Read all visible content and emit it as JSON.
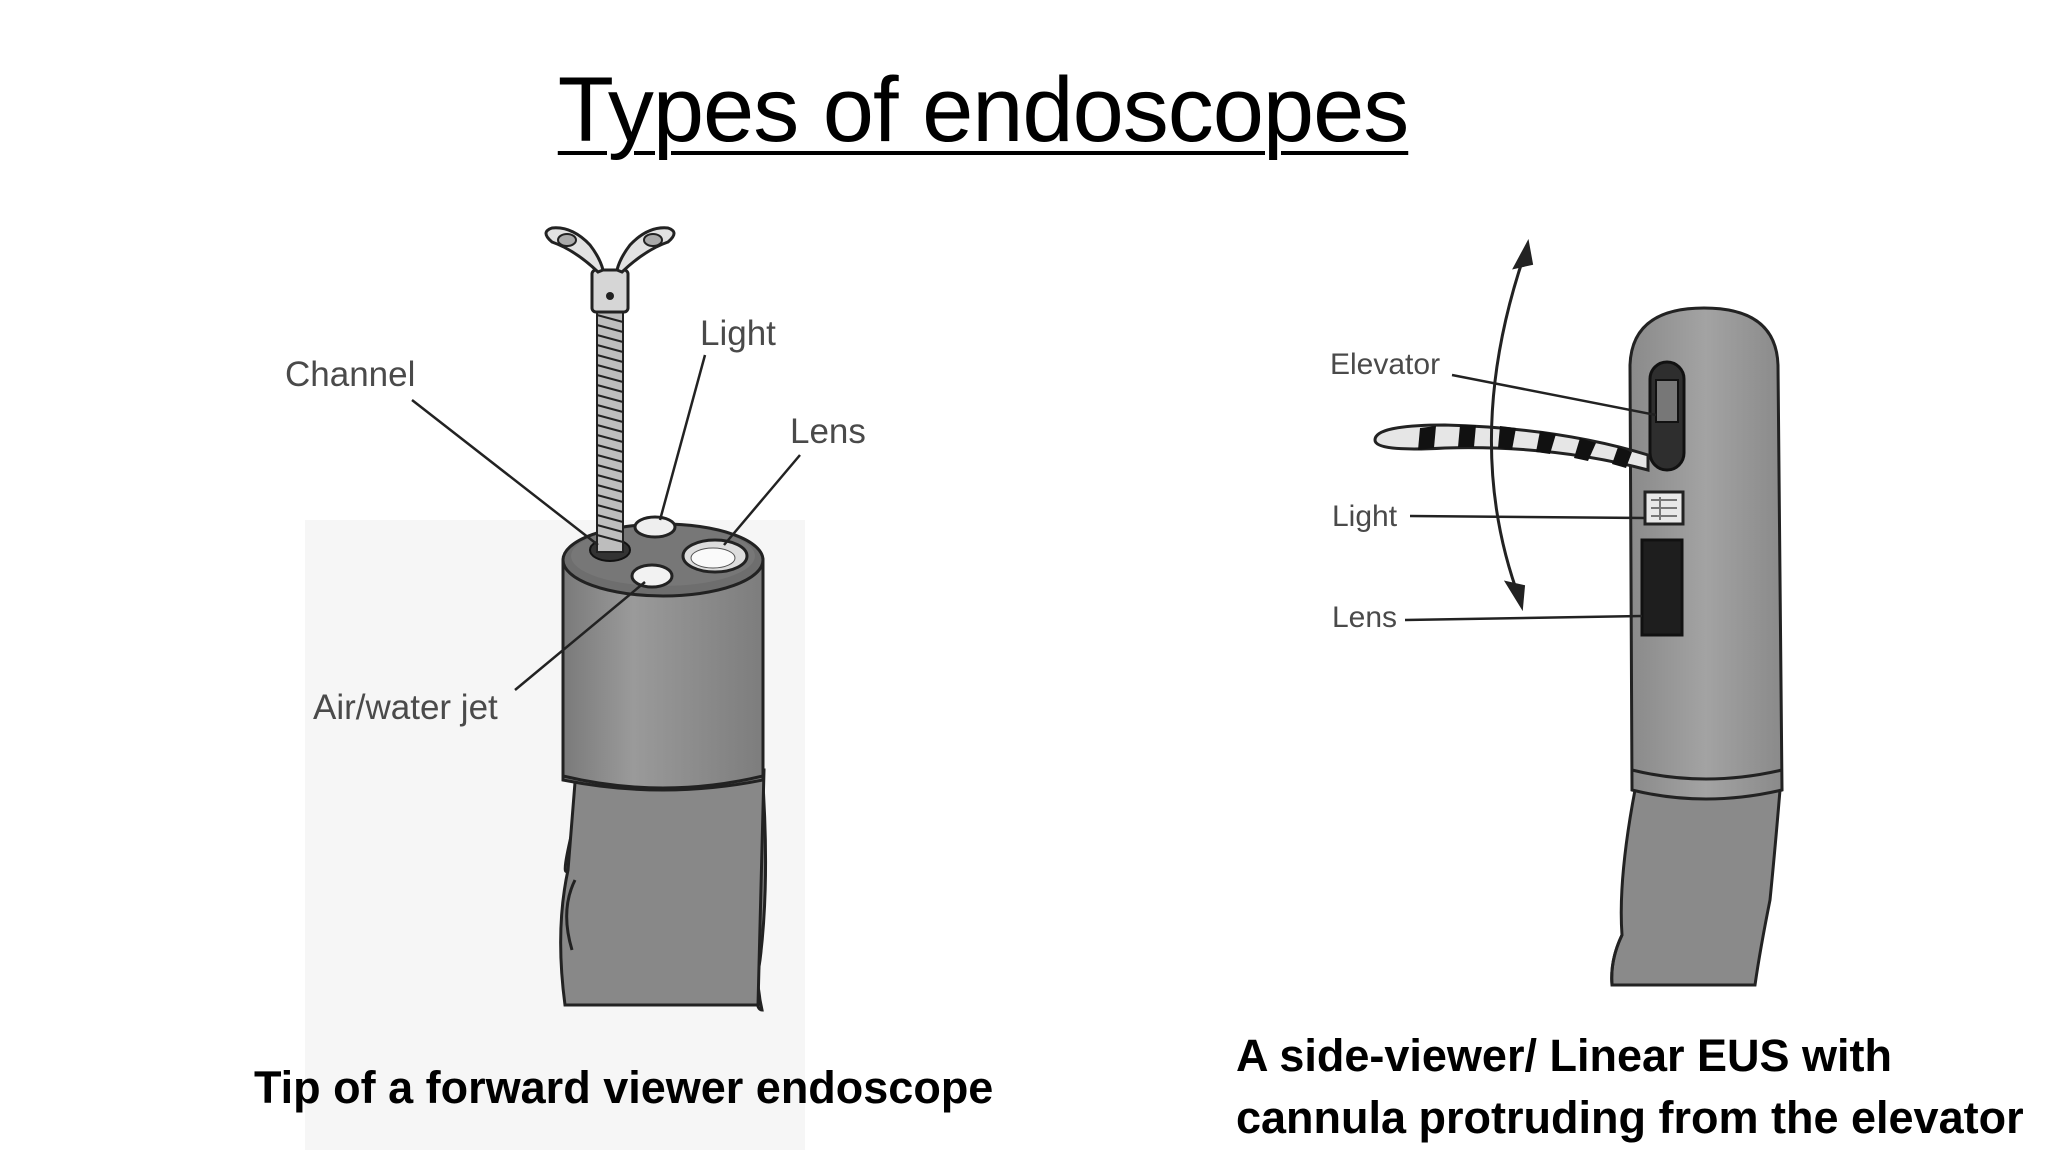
{
  "title": "Types of endoscopes",
  "forward_viewer": {
    "labels": {
      "channel": "Channel",
      "light": "Light",
      "lens": "Lens",
      "air_water_jet": "Air/water jet"
    },
    "caption": "Tip of a forward viewer endoscope"
  },
  "side_viewer": {
    "labels": {
      "elevator": "Elevator",
      "light": "Light",
      "lens": "Lens"
    },
    "caption_line1": "A side-viewer/ Linear EUS with",
    "caption_line2": "cannula protruding from the elevator"
  },
  "colors": {
    "scope_body": "#8c8c8c",
    "scope_dark": "#555555",
    "outline": "#222222",
    "label_text": "#4a4a4a"
  }
}
